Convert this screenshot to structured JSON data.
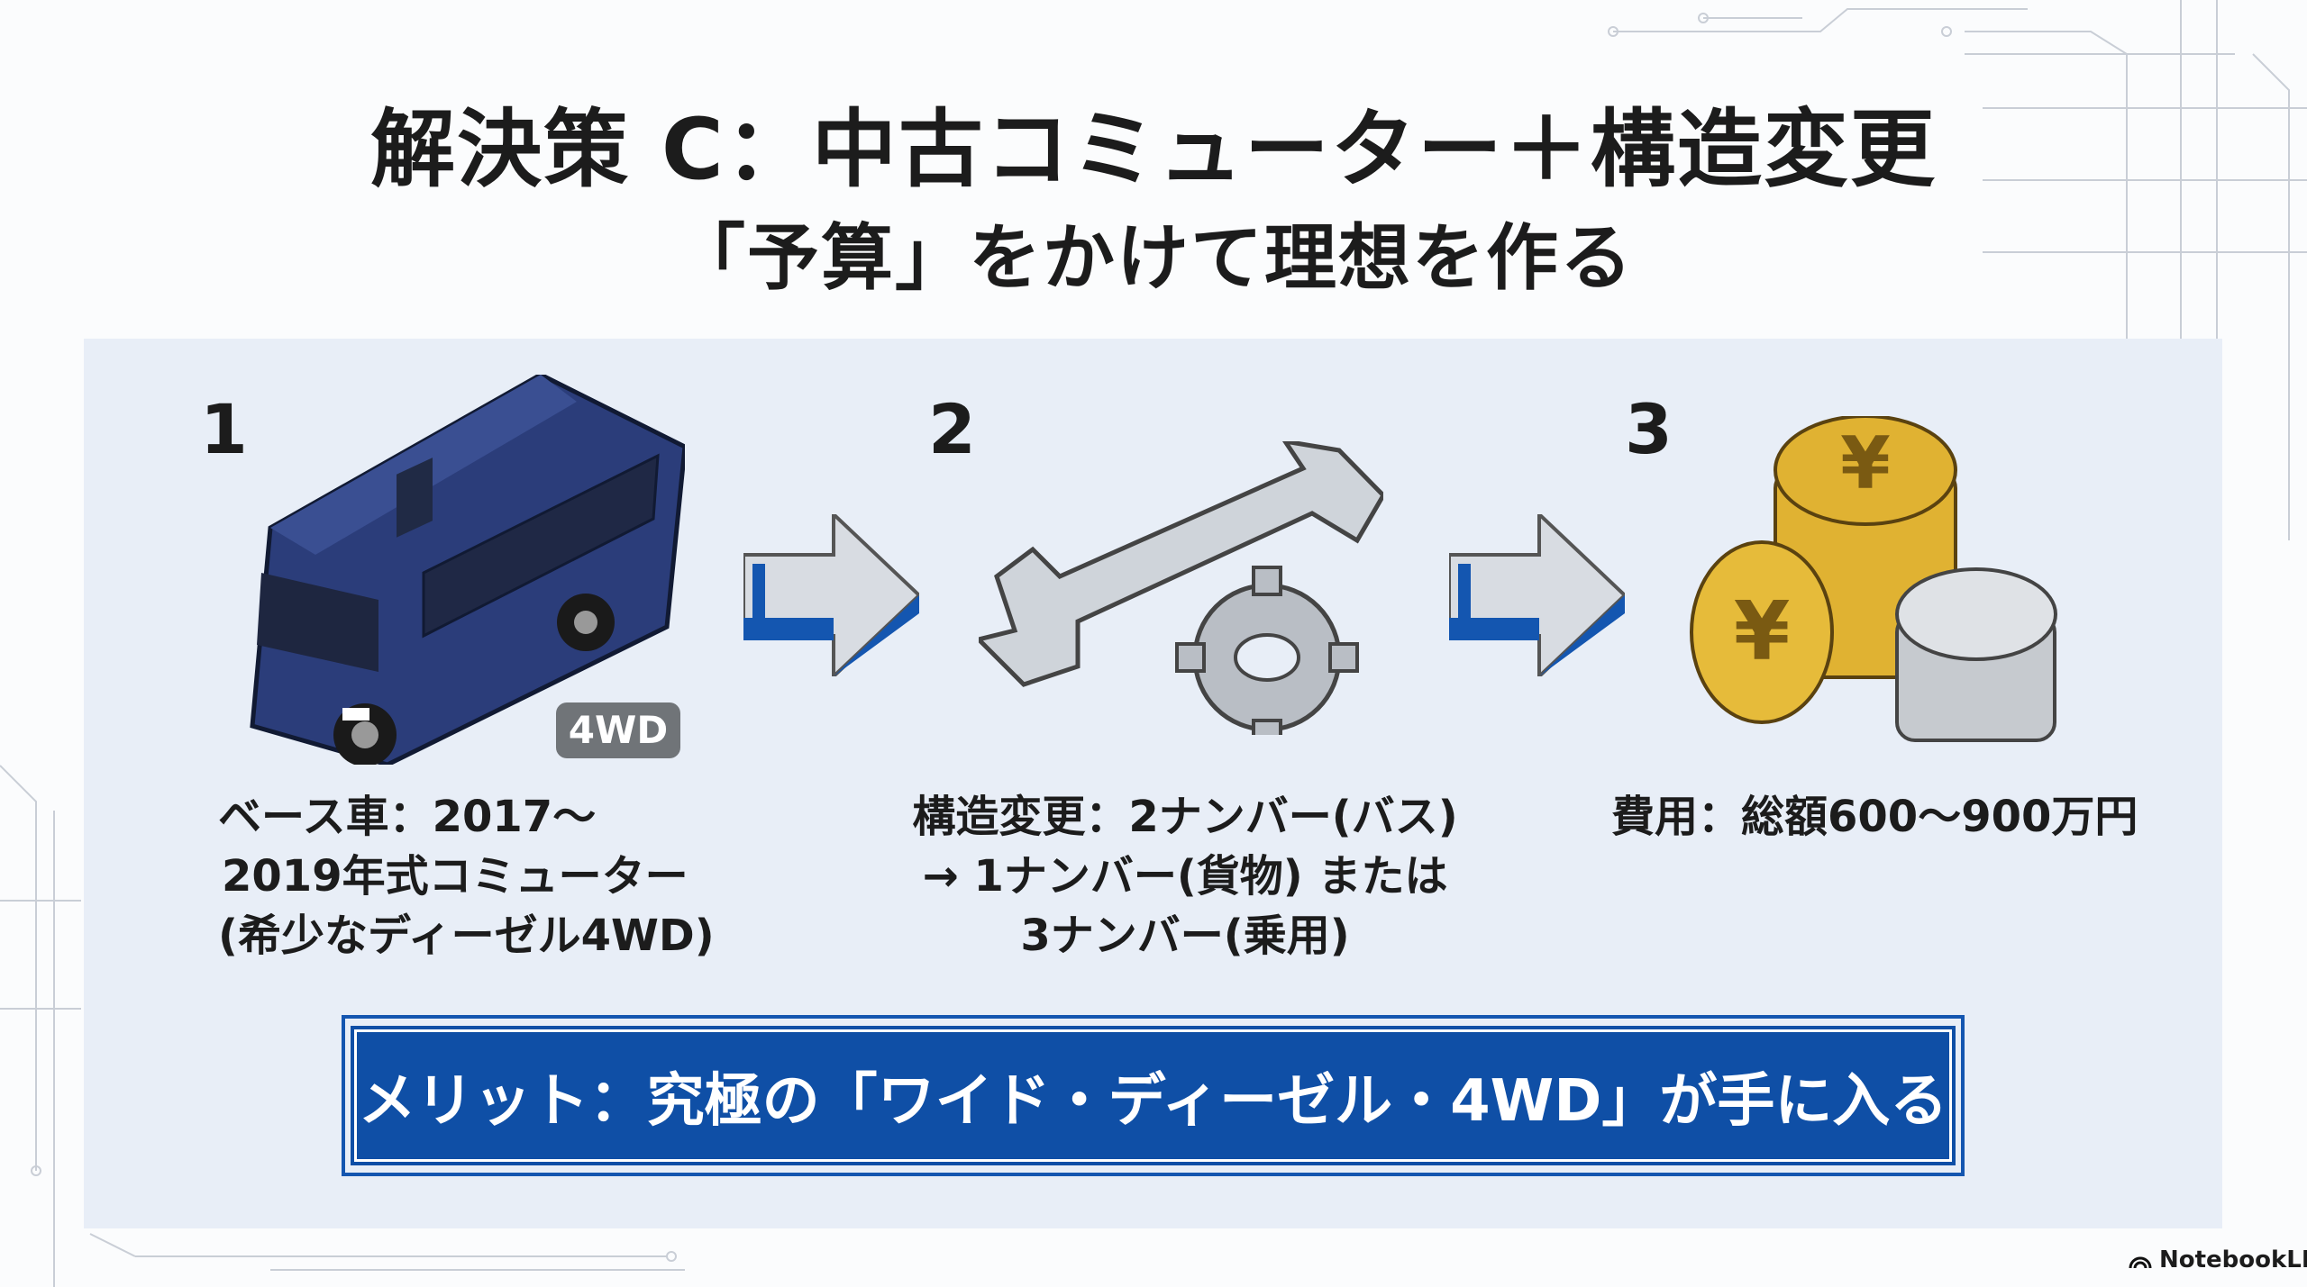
{
  "title": "解決策 C：中古コミューター＋構造変更",
  "subtitle": "「予算」をかけて理想を作る",
  "steps": [
    {
      "number": "1",
      "icon": "bus-icon",
      "badge": "4WD",
      "lines": [
        "ベース車：2017〜",
        "2019年式コミューター",
        "(希少なディーゼル4WD)"
      ]
    },
    {
      "number": "2",
      "icon": "wrench-gear-icon",
      "lines": [
        "構造変更：2ナンバー(バス)",
        "→ 1ナンバー(貨物) または",
        "3ナンバー(乗用)"
      ]
    },
    {
      "number": "3",
      "icon": "yen-coins-icon",
      "lines": [
        "費用：総額600〜900万円"
      ]
    }
  ],
  "banner": "メリット：究極の「ワイド・ディーゼル・4WD」が手に入る",
  "brand": "NotebookLM",
  "colors": {
    "accent": "#0f4fa6",
    "panel": "#e8eef7",
    "bus": "#2b3d7a",
    "gold": "#e0b232"
  }
}
